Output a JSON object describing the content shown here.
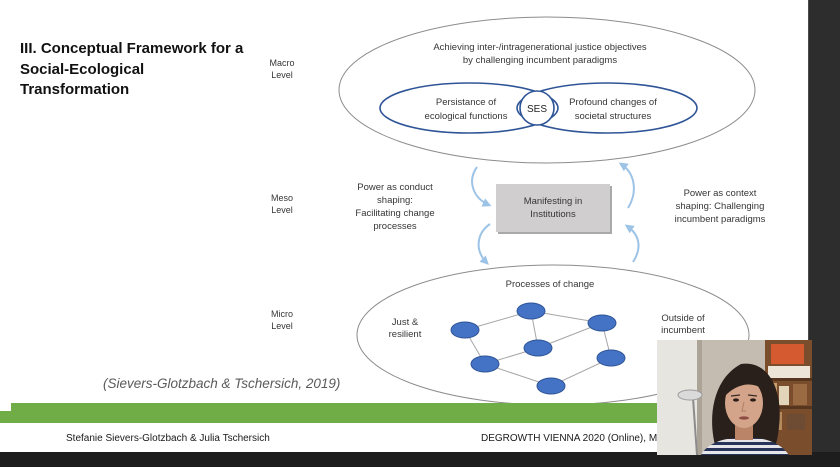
{
  "colors": {
    "accent_blue": "#2f5597",
    "node_fill": "#4472c4",
    "arrow": "#9dc3e6",
    "green_bar": "#70ad47",
    "box_fill": "#d0cece"
  },
  "slide": {
    "title": [
      "III. Conceptual Framework for a",
      "Social-Ecological",
      "Transformation"
    ],
    "levels": {
      "macro": [
        "Macro",
        "Level"
      ],
      "meso": [
        "Meso",
        "Level"
      ],
      "micro": [
        "Micro",
        "Level"
      ]
    },
    "macro": {
      "goal": [
        "Achieving inter-/intragenerational justice objectives",
        "by challenging incumbent paradigms"
      ],
      "left_circle": [
        "Persistance of",
        "ecological functions"
      ],
      "center": "SES",
      "right_circle": [
        "Profound changes of",
        "societal structures"
      ]
    },
    "meso": {
      "box": [
        "Manifesting in",
        "Institutions"
      ],
      "left": [
        "Power as conduct",
        "shaping:",
        "Facilitating change",
        "processes"
      ],
      "right": [
        "Power as context",
        "shaping: Challenging",
        "incumbent paradigms"
      ]
    },
    "micro": {
      "title": "Processes of change",
      "left": [
        "Just &",
        "resilient"
      ],
      "right": [
        "Outside of",
        "incumbent"
      ]
    },
    "citation": "(Sievers-Glotzbach & Tschersich, 2019)",
    "footer": {
      "authors": "Stefanie Sievers-Glotzbach & Julia Tschersich",
      "event": "DEGROWTH VIENNA 2020 (Online), M"
    }
  }
}
